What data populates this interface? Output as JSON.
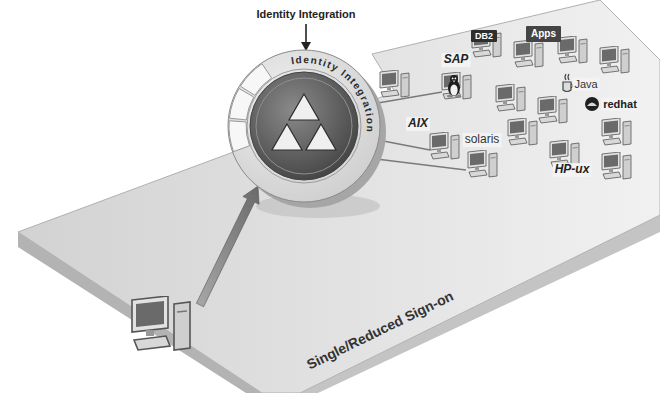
{
  "diagram": {
    "nodes": [
      {
        "text": [
          "Identity Integration"
        ]
      },
      {
        "text": [
          "DB2"
        ]
      },
      {
        "text": [
          "Apps"
        ]
      }
    ],
    "labels": [
      "Identity Integration",
      "SAP",
      "Java",
      "redhat",
      "AIX",
      "solaris",
      "HP-ux",
      "Single/Reduced Sign-on"
    ]
  }
}
